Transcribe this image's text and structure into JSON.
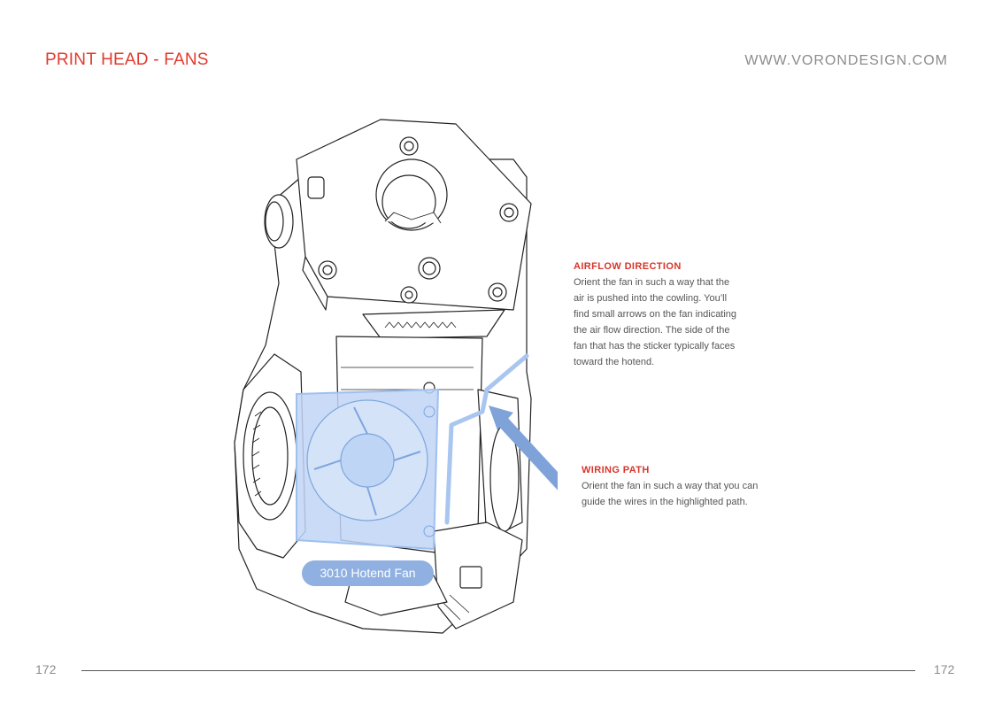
{
  "header": {
    "title": "PRINT HEAD - FANS",
    "url": "WWW.VORONDESIGN.COM"
  },
  "notes": {
    "airflow": {
      "title": "AIRFLOW DIRECTION",
      "lines": [
        "Orient the fan in such a way that the",
        "air is pushed into the cowling. You’ll",
        "find small arrows on the fan indicating",
        "the air flow direction. The side of the",
        "fan that has the sticker typically faces",
        "toward the hotend."
      ]
    },
    "wiring": {
      "title": "WIRING PATH",
      "lines": [
        "Orient the fan in such a way that you can",
        "guide the wires in the highlighted path."
      ]
    }
  },
  "callout": {
    "label": "3010 Hotend Fan"
  },
  "footer": {
    "page_left": "172",
    "page_right": "172"
  },
  "colors": {
    "accent": "#e23a2e",
    "highlight": "#8fb0e0"
  }
}
